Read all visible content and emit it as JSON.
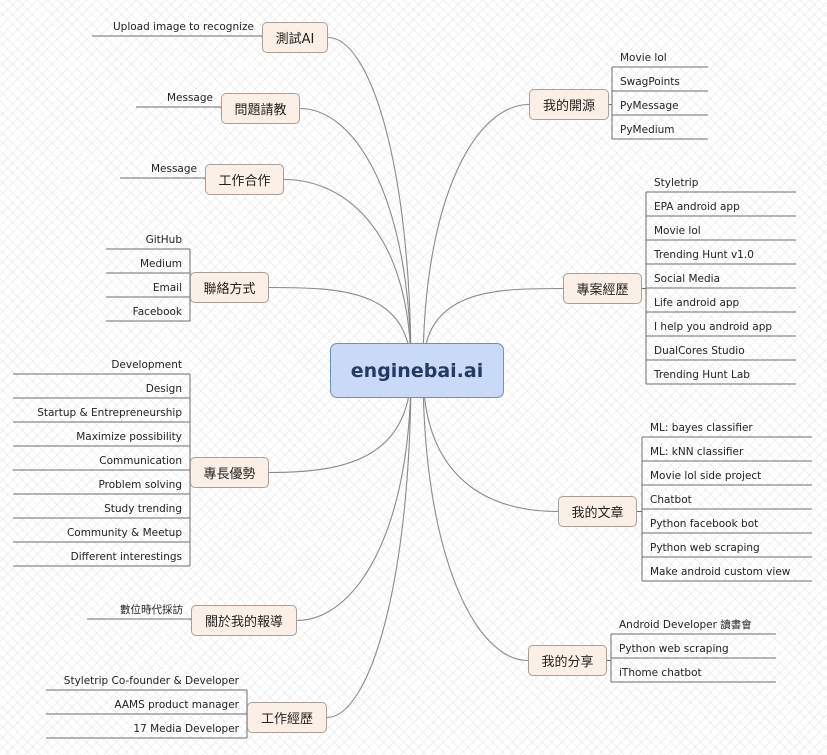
{
  "diagram": {
    "root": {
      "label": "enginebai.ai"
    },
    "branches": [
      {
        "label": "測試AI",
        "children": [
          "Upload image to recognize"
        ]
      },
      {
        "label": "問題請教",
        "children": [
          "Message"
        ]
      },
      {
        "label": "工作合作",
        "children": [
          "Message"
        ]
      },
      {
        "label": "聯絡方式",
        "children": [
          "GitHub",
          "Medium",
          "Email",
          "Facebook"
        ]
      },
      {
        "label": "專長優勢",
        "children": [
          "Development",
          "Design",
          "Startup & Entrepreneurship",
          "Maximize possibility",
          "Communication",
          "Problem solving",
          "Study trending",
          "Community & Meetup",
          "Different interestings"
        ]
      },
      {
        "label": "關於我的報導",
        "children": [
          "數位時代採訪"
        ]
      },
      {
        "label": "工作經歷",
        "children": [
          "Styletrip Co-founder & Developer",
          "AAMS product manager",
          "17 Media Developer"
        ]
      },
      {
        "label": "我的開源",
        "children": [
          "Movie lol",
          "SwagPoints",
          "PyMessage",
          "PyMedium"
        ]
      },
      {
        "label": "專案經歷",
        "children": [
          "Styletrip",
          "EPA android app",
          "Movie lol",
          "Trending Hunt v1.0",
          "Social Media",
          "Life android app",
          "I help you android app",
          "DualCores Studio",
          "Trending Hunt Lab"
        ]
      },
      {
        "label": "我的文章",
        "children": [
          "ML: bayes classifier",
          "ML: kNN classifier",
          "Movie lol side project",
          "Chatbot",
          "Python facebook bot",
          "Python web scraping",
          "Make android custom view"
        ]
      },
      {
        "label": "我的分享",
        "children": [
          "Android Developer 讀書會",
          "Python web scraping",
          "iThome chatbot"
        ]
      }
    ]
  },
  "colors": {
    "root_fill": "#c9daf8",
    "root_border": "#6f8fc4",
    "topic_fill": "#fcefe6",
    "topic_border": "#a8a098",
    "connector": "#8a8a8a",
    "leaf_underline": "#6e6e6e"
  }
}
